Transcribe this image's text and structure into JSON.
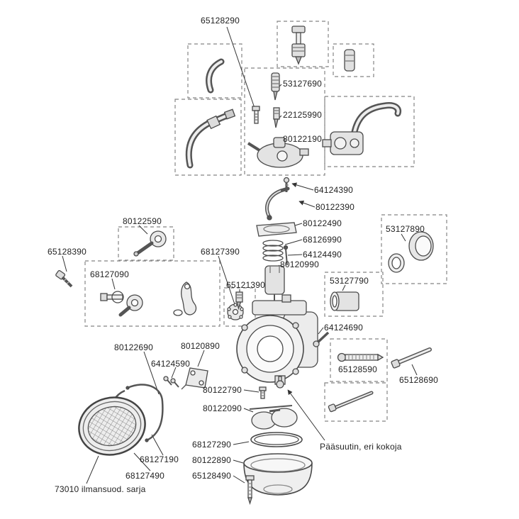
{
  "page": {
    "background": "#ffffff",
    "line_color": "#3a3a3a",
    "box_dash_color": "#808080",
    "description": "Exploded parts diagram of a carburetor with numbered part labels"
  },
  "labels": [
    {
      "id": "65128290",
      "text": "65128290"
    },
    {
      "id": "53127690",
      "text": "53127690"
    },
    {
      "id": "22125990",
      "text": "22125990"
    },
    {
      "id": "80122190",
      "text": "80122190"
    },
    {
      "id": "64124390",
      "text": "64124390"
    },
    {
      "id": "80122390",
      "text": "80122390"
    },
    {
      "id": "80122490",
      "text": "80122490"
    },
    {
      "id": "68126990",
      "text": "68126990"
    },
    {
      "id": "64124490",
      "text": "64124490"
    },
    {
      "id": "80120990",
      "text": "80120990"
    },
    {
      "id": "53127890",
      "text": "53127890"
    },
    {
      "id": "80122590",
      "text": "80122590"
    },
    {
      "id": "65128390",
      "text": "65128390"
    },
    {
      "id": "68127390",
      "text": "68127390"
    },
    {
      "id": "68127090",
      "text": "68127090"
    },
    {
      "id": "65121390",
      "text": "65121390"
    },
    {
      "id": "53127790",
      "text": "53127790"
    },
    {
      "id": "64124690",
      "text": "64124690"
    },
    {
      "id": "80122690",
      "text": "80122690"
    },
    {
      "id": "80120890",
      "text": "80120890"
    },
    {
      "id": "64124590",
      "text": "64124590"
    },
    {
      "id": "65128590",
      "text": "65128590"
    },
    {
      "id": "65128690",
      "text": "65128690"
    },
    {
      "id": "80122790",
      "text": "80122790"
    },
    {
      "id": "80122090",
      "text": "80122090"
    },
    {
      "id": "68127290",
      "text": "68127290"
    },
    {
      "id": "paasuutin",
      "text": "Pääsuutin, eri kokoja"
    },
    {
      "id": "68127190",
      "text": "68127190"
    },
    {
      "id": "80122890",
      "text": "80122890"
    },
    {
      "id": "68127490",
      "text": "68127490"
    },
    {
      "id": "65128490",
      "text": "65128490"
    },
    {
      "id": "73010",
      "text": "73010 ilmansuod. sarja"
    }
  ]
}
